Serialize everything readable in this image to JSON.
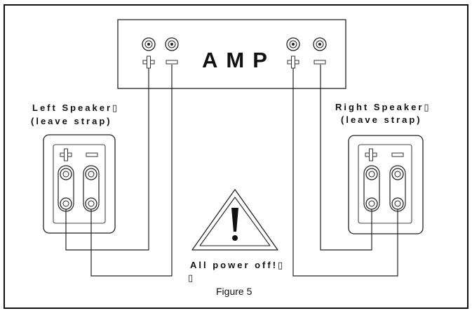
{
  "amp": {
    "label": "AMP"
  },
  "left_speaker": {
    "title": "Left Speaker▯",
    "subtitle": "(leave strap)"
  },
  "right_speaker": {
    "title": "Right Speaker▯",
    "subtitle": "(leave strap)"
  },
  "warning": {
    "text": "All power off!▯",
    "extra": "▯"
  },
  "caption": "Figure 5",
  "colors": {
    "line": "#222222",
    "background": "#ffffff"
  },
  "icons": [
    "plus-sign-icon",
    "minus-sign-icon",
    "binding-post-icon",
    "warning-triangle-icon"
  ]
}
